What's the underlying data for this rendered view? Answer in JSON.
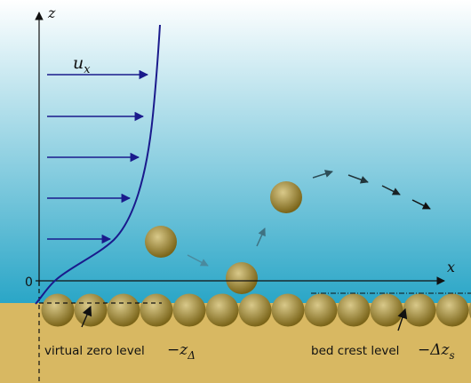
{
  "diagram": {
    "axis_z_label": "z",
    "axis_x_label": "x",
    "origin_label": "0",
    "velocity_label": "u_x",
    "annotations": {
      "virtual_zero_text": "virtual zero level",
      "virtual_zero_symbol_minus": "−z",
      "virtual_zero_symbol_sub": "Δ",
      "bed_crest_text": "bed crest level",
      "bed_crest_symbol_minus": "−Δz",
      "bed_crest_symbol_sub": "s"
    },
    "colors": {
      "water_top": "#ffffff",
      "water_bottom": "#2aa6c7",
      "bed": "#d8b862",
      "grain_light": "#d9c98a",
      "grain_dark": "#7a6418",
      "profile": "#1a1a8c",
      "flow_arrow": "#1a1a8c",
      "trajectory_start": "#4a8a9e",
      "trajectory_end": "#111111"
    }
  }
}
